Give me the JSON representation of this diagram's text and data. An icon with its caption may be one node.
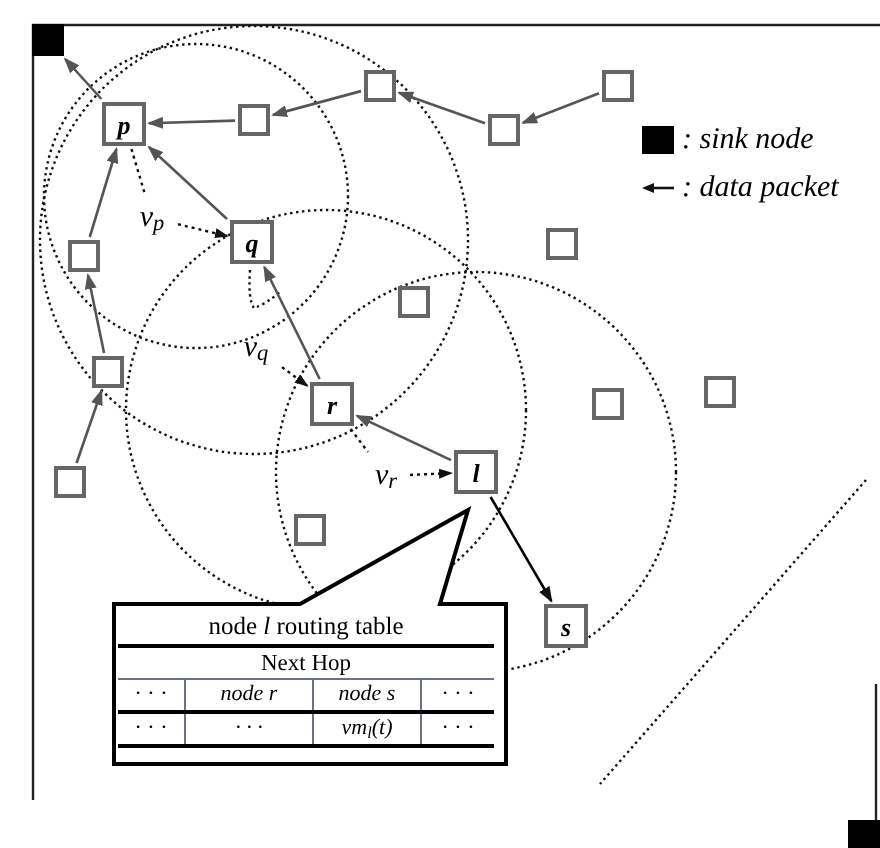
{
  "diagram": {
    "nodes": [
      {
        "text": [],
        "shape": "block"
      },
      {
        "text": [
          "p"
        ]
      },
      {
        "text": [],
        "shape": "box"
      },
      {
        "text": [],
        "shape": "box"
      },
      {
        "text": [],
        "shape": "box"
      },
      {
        "text": [],
        "shape": "box"
      },
      {
        "text": [],
        "shape": "box"
      },
      {
        "text": [
          "q"
        ]
      },
      {
        "text": [],
        "shape": "box"
      },
      {
        "text": [],
        "shape": "box"
      },
      {
        "text": [],
        "shape": "box"
      },
      {
        "text": [
          "r"
        ]
      },
      {
        "text": [],
        "shape": "box"
      },
      {
        "text": [],
        "shape": "box"
      },
      {
        "text": [],
        "shape": "box"
      },
      {
        "text": [
          "l"
        ]
      },
      {
        "text": [],
        "shape": "box"
      },
      {
        "text": [
          "s"
        ]
      },
      {
        "text": [
          "node *l* routing table",
          "Next Hop",
          "· · ·",
          "node r",
          "node s",
          "· · ·",
          "· · ·",
          "· · ·",
          "vm$_{l}$(t)",
          "· · ·"
        ]
      },
      {
        "text": [],
        "shape": "block"
      },
      {
        "text": [
          "v$_{p}$"
        ]
      },
      {
        "text": [
          "v$_{q}$"
        ]
      },
      {
        "text": [
          "v$_{r}$"
        ]
      }
    ],
    "edges": [
      {
        "from": 1,
        "to": 0,
        "arrow": "to"
      },
      {
        "from": 2,
        "to": 1,
        "arrow": "to"
      },
      {
        "from": 3,
        "to": 2,
        "arrow": "to"
      },
      {
        "from": 4,
        "to": 3,
        "arrow": "to"
      },
      {
        "from": 5,
        "to": 4,
        "arrow": "to"
      },
      {
        "from": 6,
        "to": 1,
        "arrow": "to"
      },
      {
        "from": 10,
        "to": 6,
        "arrow": "to"
      },
      {
        "from": 14,
        "to": 10,
        "arrow": "to"
      },
      {
        "from": 7,
        "to": 1,
        "arrow": "to"
      },
      {
        "from": 11,
        "to": 7,
        "arrow": "to"
      },
      {
        "from": 15,
        "to": 11,
        "arrow": "to"
      },
      {
        "from": 15,
        "to": 17,
        "arrow": "to",
        "color": "#000000"
      },
      {
        "from": 20,
        "to": 7,
        "arrow": "to",
        "style": "dashed"
      },
      {
        "from": 21,
        "to": 11,
        "arrow": "to",
        "style": "dashed"
      },
      {
        "from": 22,
        "to": 15,
        "arrow": "to",
        "style": "dashed"
      },
      {
        "from": 1,
        "to": 20,
        "arrow": "none",
        "style": "dashed"
      },
      {
        "from": 11,
        "to": 22,
        "arrow": "none",
        "style": "dashed"
      }
    ],
    "legend": [
      {
        "text": ": sink node",
        "color": "#000000"
      },
      {
        "text": ": data packet"
      }
    ]
  }
}
